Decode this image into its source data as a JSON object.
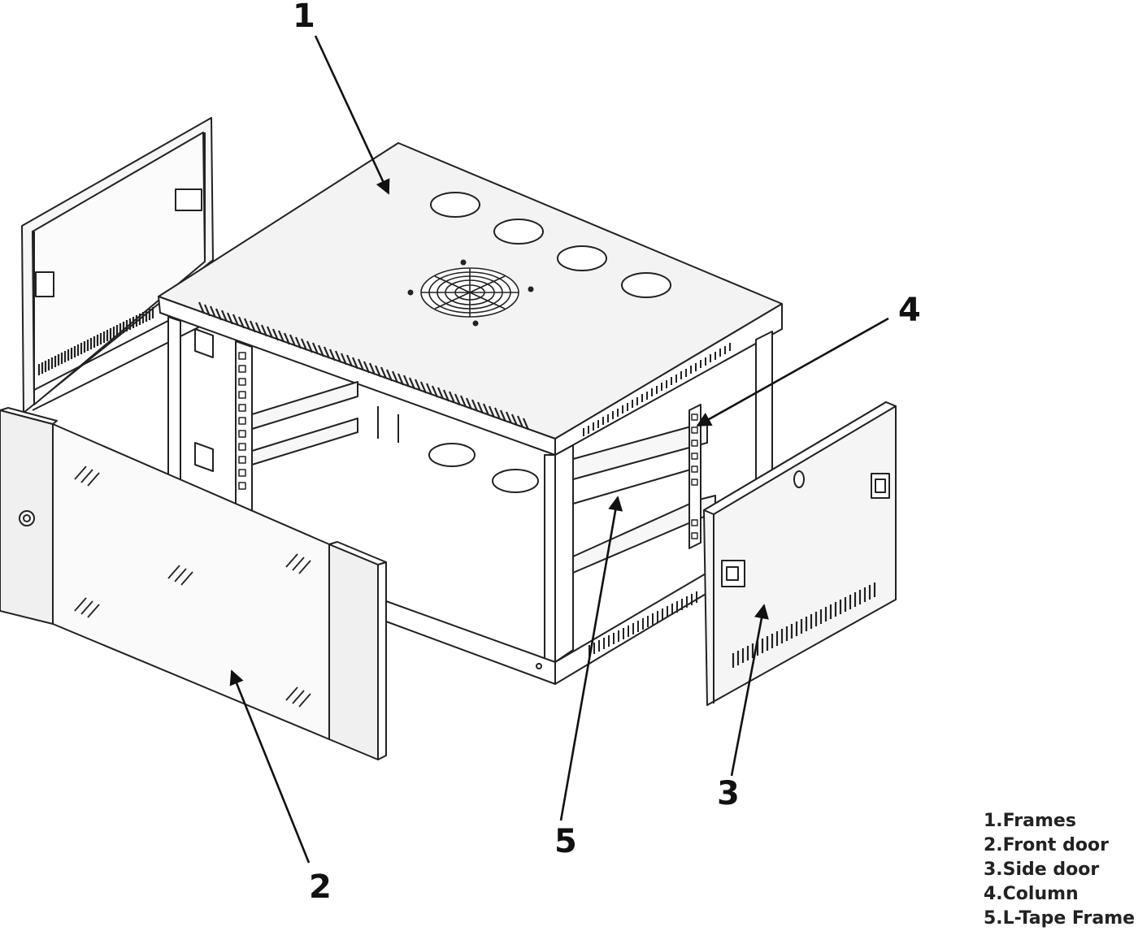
{
  "callouts": [
    "1",
    "2",
    "3",
    "4",
    "5"
  ],
  "legend": [
    "1.Frames",
    "2.Front door",
    "3.Side door",
    "4.Column",
    "5.L-Tape Frame"
  ],
  "colors": {
    "line": "#222222",
    "panel": "#f4f4f4",
    "glass": "#f7f7f7",
    "shade": "#e2e2e2"
  }
}
